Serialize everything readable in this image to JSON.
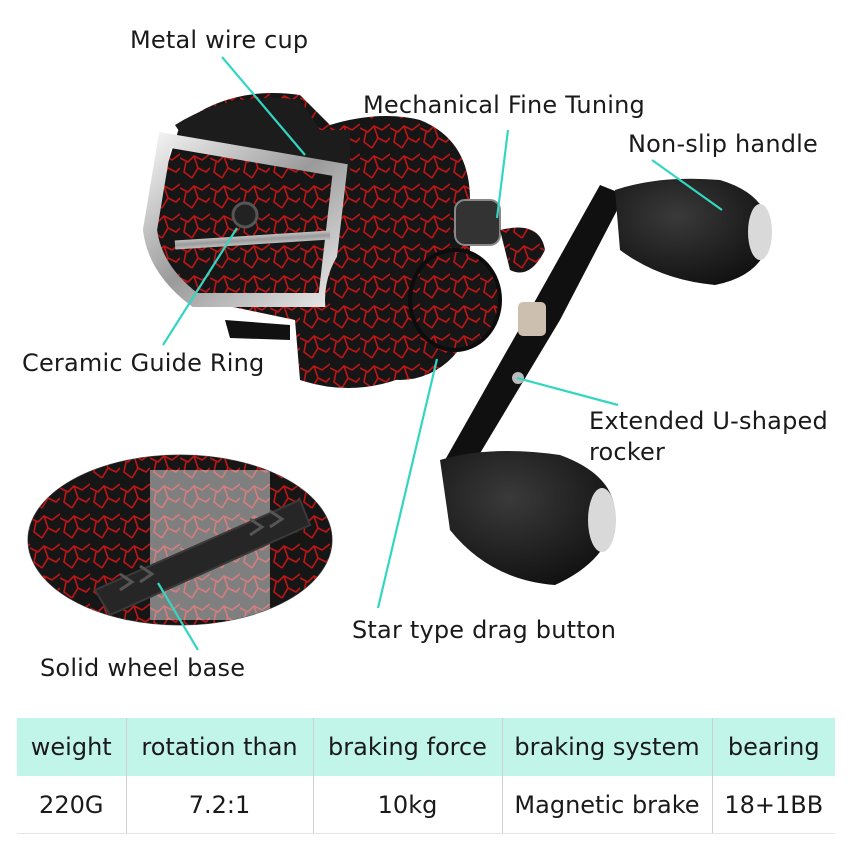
{
  "colors": {
    "callout_line": "#33d6c0",
    "table_header_bg": "#c2f5ea",
    "reel_black": "#161616",
    "reel_red": "#c01515",
    "chrome": "#d8d8d8"
  },
  "callouts": [
    {
      "id": "metal-wire-cup",
      "text": "Metal wire cup"
    },
    {
      "id": "mechanical-fine-tuning",
      "text": "Mechanical Fine Tuning"
    },
    {
      "id": "non-slip-handle",
      "text": "Non-slip handle"
    },
    {
      "id": "ceramic-guide-ring",
      "text": "Ceramic Guide Ring"
    },
    {
      "id": "extended-rocker",
      "text": "Extended U-shaped",
      "text2": "rocker"
    },
    {
      "id": "star-drag-button",
      "text": "Star type drag button"
    },
    {
      "id": "solid-wheel-base",
      "text": "Solid wheel base"
    }
  ],
  "spec_table": {
    "headers": [
      "weight",
      "rotation than",
      "braking force",
      "braking system",
      "bearing"
    ],
    "values": [
      "220G",
      "7.2:1",
      "10kg",
      "Magnetic brake",
      "18+1BB"
    ]
  }
}
